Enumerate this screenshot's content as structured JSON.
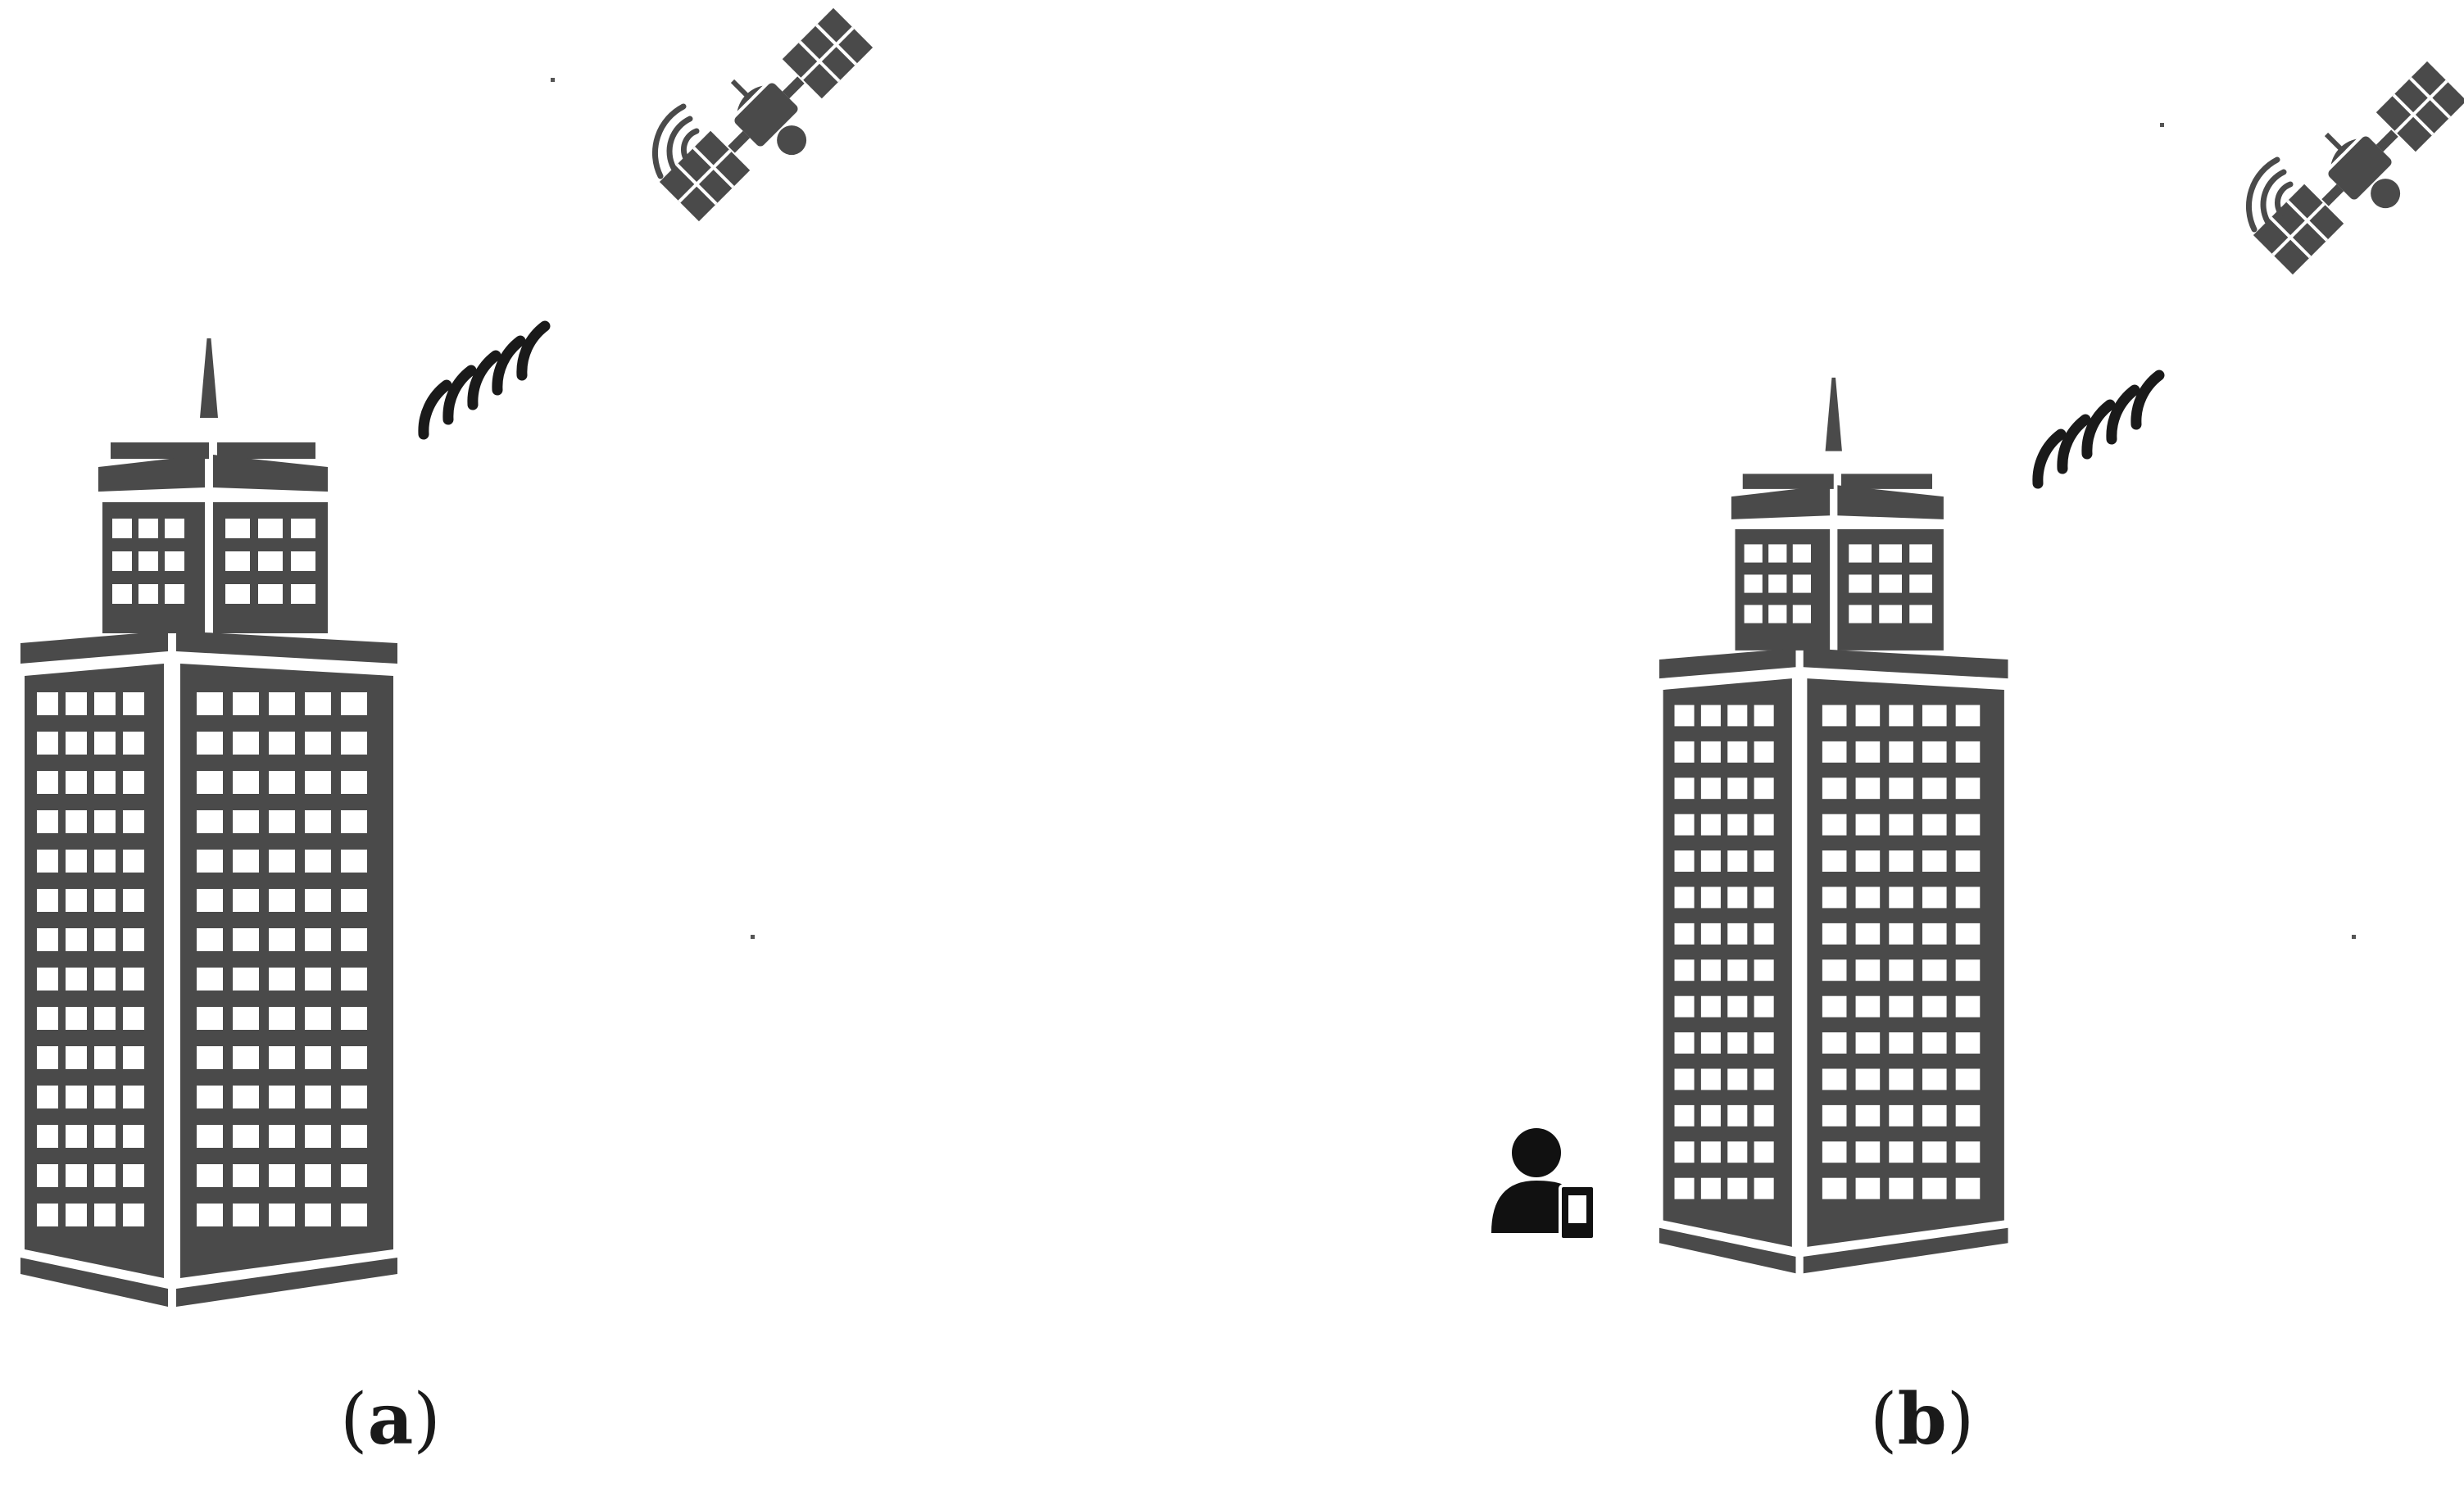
{
  "panels": [
    {
      "id": "a",
      "caption_open": "(",
      "caption_letter": "a",
      "caption_close": ")",
      "has_user": false
    },
    {
      "id": "b",
      "caption_open": "(",
      "caption_letter": "b",
      "caption_close": ")",
      "has_user": true
    }
  ],
  "colors": {
    "icon": "#4a4a4a",
    "signal": "#1a1a1a",
    "user": "#111111",
    "background": "#ffffff"
  }
}
